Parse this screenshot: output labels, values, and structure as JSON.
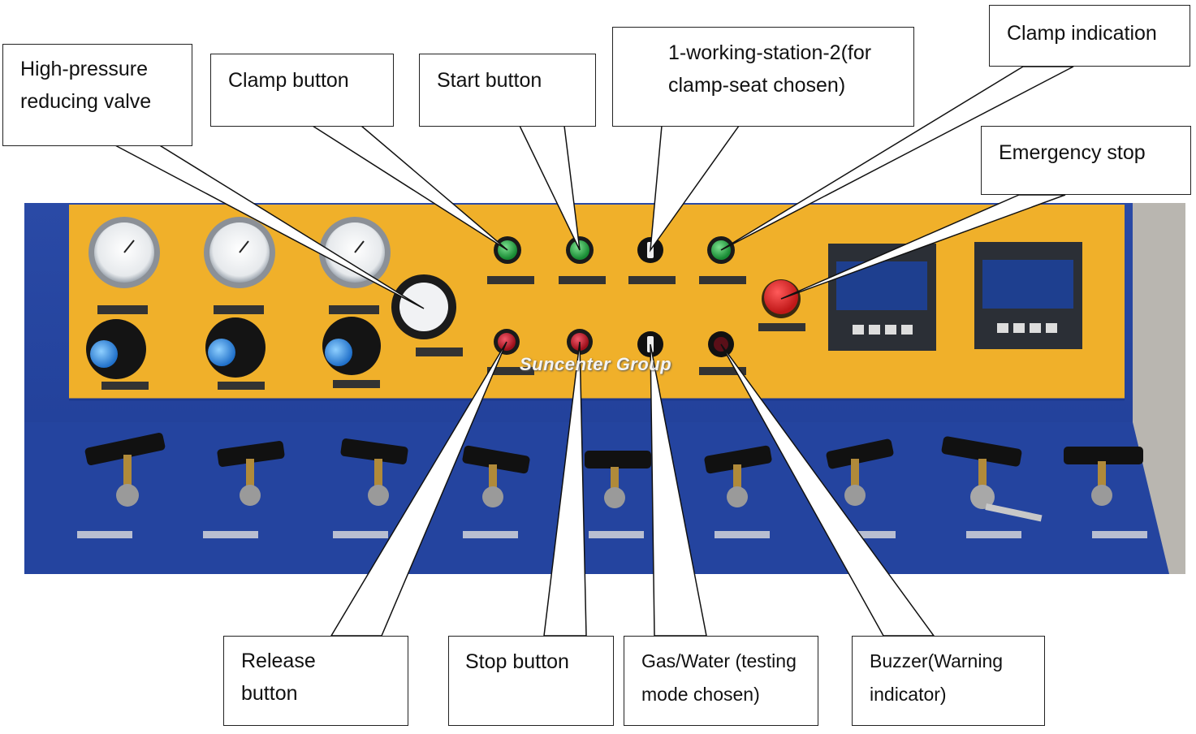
{
  "brand": "Suncenter Group",
  "callouts": {
    "high_pressure": "High-pressure\nreducing valve",
    "clamp_button": "Clamp button",
    "start_button": "Start button",
    "working_station": "1-working-station-2(for\nclamp-seat chosen)",
    "clamp_indication": "Clamp indication",
    "emergency_stop": "Emergency stop",
    "release_button": "Release\nbutton",
    "stop_button": "Stop button",
    "gas_water": "Gas/Water (testing\nmode chosen)",
    "buzzer": "Buzzer(Warning\nindicator)"
  },
  "colors": {
    "panel_yellow": "#f0b02a",
    "cabinet_blue": "#23459e",
    "indicator_green": "#1f9a3c",
    "button_red": "#b3161e",
    "knob_blue": "#1f8fe0"
  }
}
